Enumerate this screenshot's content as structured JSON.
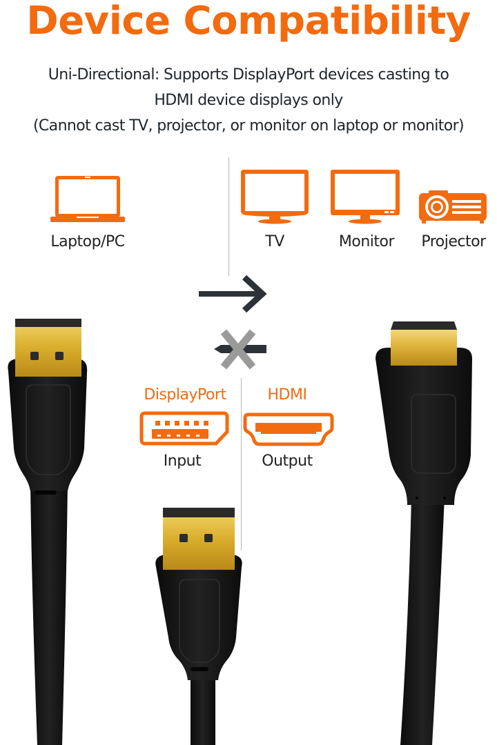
{
  "header": {
    "title": "Device Compatibility",
    "subtitle_lines": [
      "Uni-Directional: Supports DisplayPort devices casting to",
      "HDMI device displays only",
      "(Cannot cast TV, projector, or monitor on  laptop or monitor)"
    ]
  },
  "devices": {
    "source": {
      "label": "Laptop/PC",
      "icon": "laptop-icon"
    },
    "targets": [
      {
        "label": "TV",
        "icon": "tv-icon"
      },
      {
        "label": "Monitor",
        "icon": "monitor-icon"
      },
      {
        "label": "Projector",
        "icon": "projector-icon"
      }
    ]
  },
  "direction": {
    "supported_icon": "arrow-right-icon",
    "unsupported_icon": "arrow-left-crossed-icon"
  },
  "ports": {
    "input": {
      "name": "DisplayPort",
      "role": "Input",
      "icon": "displayport-icon"
    },
    "output": {
      "name": "HDMI",
      "role": "Output",
      "icon": "hdmi-icon"
    }
  },
  "cables": [
    {
      "type": "DisplayPort",
      "position": "left"
    },
    {
      "type": "DisplayPort",
      "position": "center"
    },
    {
      "type": "HDMI",
      "position": "right"
    }
  ],
  "colors": {
    "accent": "#f26b0f",
    "text": "#1d242a",
    "arrow": "#2c3238",
    "cross": "#9a9a9a",
    "gold": "#d9b23a",
    "cable": "#151515"
  }
}
